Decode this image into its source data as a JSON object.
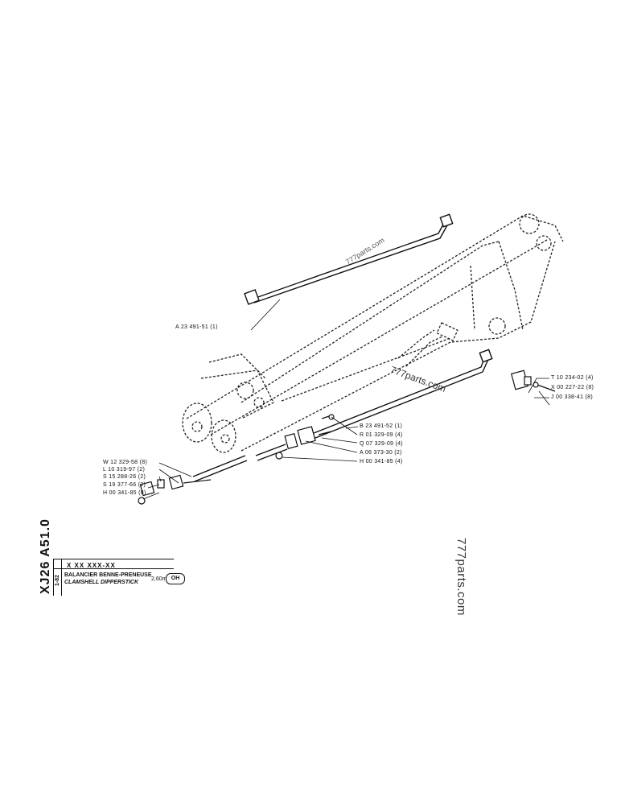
{
  "watermarks": [
    "777parts.com",
    "777parts.com",
    "777parts.com"
  ],
  "callouts": {
    "a23491": "A 23 491-51 (1)",
    "t10234": "T 10 234-02 (4)",
    "x00227": "X 00 227-22 (8)",
    "j00338": "J 00 338-41 (8)",
    "b23491": "B 23 491-52 (1)",
    "r01329": "R 01 329-09 (4)",
    "q07329": "Q 07 329-09 (4)",
    "a06373": "A 06 373-30 (2)",
    "h00341a": "H 00 341-85 (4)",
    "w12329": "W 12 329-58 (8)",
    "l10319": "L 10 319-97 (2)",
    "s15288": "S 15 288-26 (2)",
    "s19377": "S 19 377-66 (2)",
    "h00341b": "H 00 341-85 (8)"
  },
  "title_block": {
    "code": "XJ26 A51.0",
    "sheet": "1-82",
    "ref": "X XX XXX-XX",
    "title_fr": "BALANCIER BENNE-PRENEUSE",
    "title_en": "CLAMSHELL DIPPERSTICK",
    "length": "2,60m",
    "variant": "OH"
  }
}
